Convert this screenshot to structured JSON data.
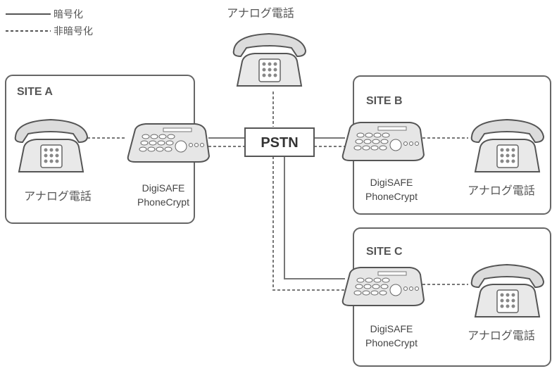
{
  "legend": {
    "encrypted": "暗号化",
    "unencrypted": "非暗号化"
  },
  "network": {
    "pstn_label": "PSTN"
  },
  "sites": {
    "a": {
      "title": "SITE A",
      "phone": "アナログ電話",
      "device_line1": "DigiSAFE",
      "device_line2": "PhoneCrypt"
    },
    "b": {
      "title": "SITE B",
      "phone": "アナログ電話",
      "device_line1": "DigiSAFE",
      "device_line2": "PhoneCrypt"
    },
    "c": {
      "title": "SITE C",
      "phone": "アナログ電話",
      "device_line1": "DigiSAFE",
      "device_line2": "PhoneCrypt"
    }
  },
  "top_phone": {
    "label": "アナログ電話"
  },
  "colors": {
    "line": "#777777",
    "box": "#666666",
    "device": "#e8e8e8"
  }
}
